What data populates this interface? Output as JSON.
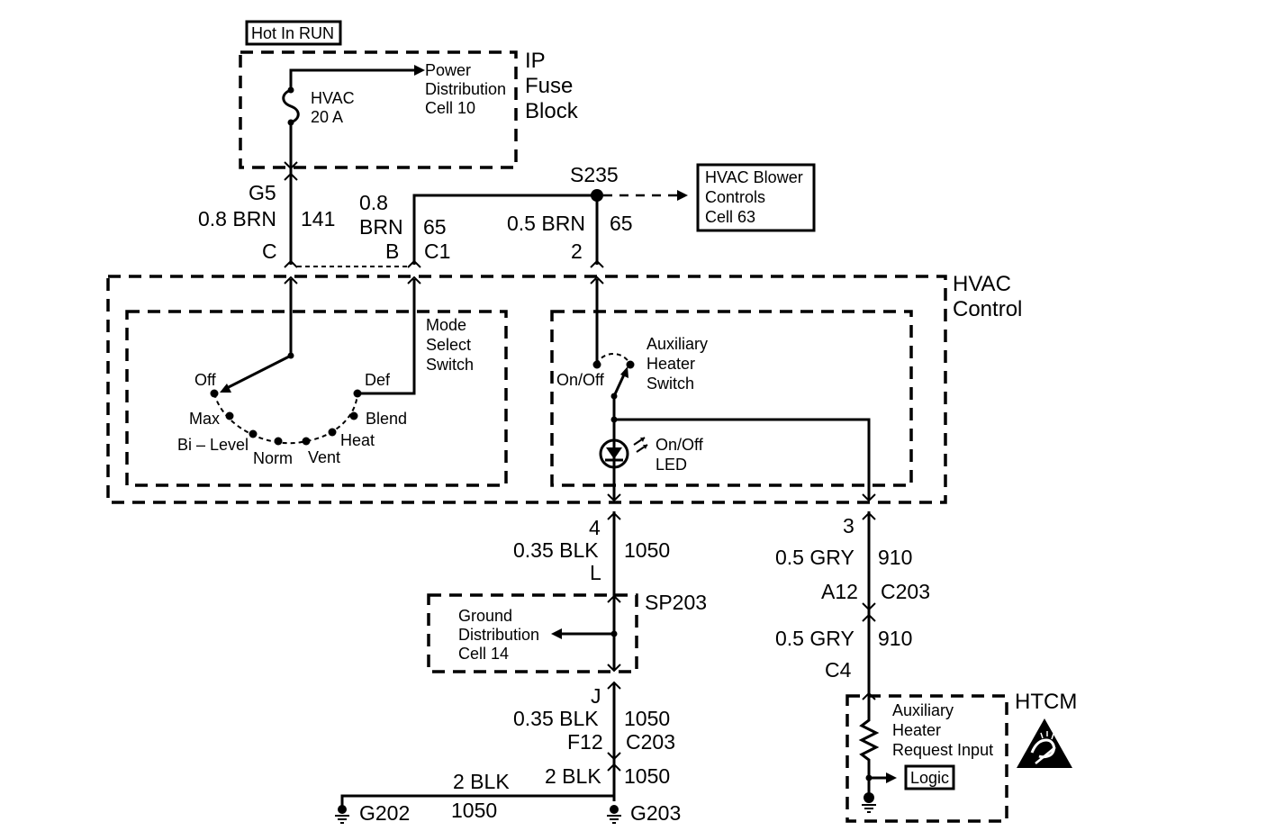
{
  "hot_in_run": "Hot In RUN",
  "ip_fuse_block": {
    "line1": "IP",
    "line2": "Fuse",
    "line3": "Block"
  },
  "fuse": {
    "name": "HVAC",
    "rating": "20 A"
  },
  "power_distribution": {
    "line1": "Power",
    "line2": "Distribution",
    "line3": "Cell 10"
  },
  "splice_s235": "S235",
  "hvac_blower": {
    "line1": "HVAC Blower",
    "line2": "Controls",
    "line3": "Cell 63"
  },
  "wire_141": {
    "connector_pin": "G5",
    "color": "0.8 BRN",
    "circuit": "141",
    "pin": "C"
  },
  "wire_65_left": {
    "gauge": "0.8",
    "color": "BRN",
    "circuit": "65",
    "pin": "B",
    "connector": "C1"
  },
  "wire_65_right": {
    "color": "0.5 BRN",
    "circuit": "65",
    "pin": "2"
  },
  "hvac_control": {
    "line1": "HVAC",
    "line2": "Control"
  },
  "mode_select": {
    "line1": "Mode",
    "line2": "Select",
    "line3": "Switch",
    "positions": {
      "off": "Off",
      "max": "Max",
      "bilevel": "Bi – Level",
      "norm": "Norm",
      "vent": "Vent",
      "heat": "Heat",
      "blend": "Blend",
      "def": "Def"
    }
  },
  "aux_heater_switch": {
    "line1": "Auxiliary",
    "line2": "Heater",
    "line3": "Switch",
    "position": "On/Off"
  },
  "led": {
    "line1": "On/Off",
    "line2": "LED"
  },
  "wire_1050_top": {
    "pin": "4",
    "color": "0.35 BLK",
    "circuit": "1050",
    "pin2": "L"
  },
  "wire_910_top": {
    "pin": "3",
    "color": "0.5 GRY",
    "circuit": "910",
    "pin2": "A12",
    "connector": "C203"
  },
  "sp203": "SP203",
  "ground_distribution": {
    "line1": "Ground",
    "line2": "Distribution",
    "line3": "Cell 14"
  },
  "wire_910_bottom": {
    "color": "0.5 GRY",
    "circuit": "910",
    "connector": "C4"
  },
  "wire_1050_mid": {
    "pin": "J",
    "color": "0.35 BLK",
    "circuit": "1050",
    "pin2": "F12",
    "connector": "C203"
  },
  "wire_1050_bottom": {
    "color": "2 BLK",
    "circuit": "1050"
  },
  "wire_g202": {
    "color": "2 BLK",
    "circuit": "1050"
  },
  "ground_g202": "G202",
  "ground_g203": "G203",
  "htcm": {
    "name": "HTCM",
    "line1": "Auxiliary",
    "line2": "Heater",
    "line3": "Request Input",
    "logic": "Logic"
  }
}
